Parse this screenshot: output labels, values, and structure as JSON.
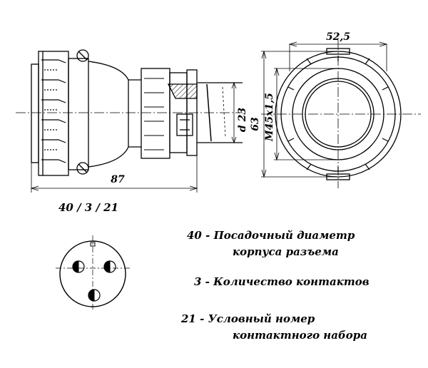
{
  "drawing": {
    "dims": {
      "length": "87",
      "bolt_diameter": "52,5",
      "body_diameter": "63",
      "thread": "M45x1,5",
      "cable_diameter": "d 23"
    },
    "code": "40 / 3 / 21",
    "legend": [
      {
        "num": "40",
        "dash": "-",
        "text1": "Посадочный диаметр",
        "text2": "корпуса разъема"
      },
      {
        "num": "3",
        "dash": "-",
        "text1": "Количество контактов",
        "text2": ""
      },
      {
        "num": "21",
        "dash": "-",
        "text1": "Условный номер",
        "text2": "контактного набора"
      }
    ]
  }
}
